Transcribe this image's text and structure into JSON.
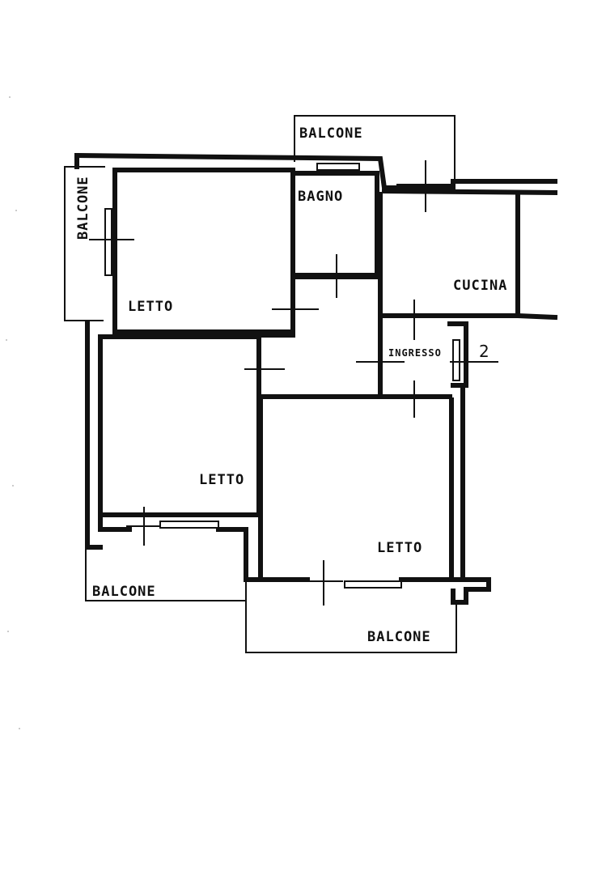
{
  "rooms": {
    "balcone_top": "BALCONE",
    "balcone_left": "BALCONE",
    "bagno": "BAGNO",
    "cucina": "CUCINA",
    "letto_1": "LETTO",
    "letto_2": "LETTO",
    "letto_3": "LETTO",
    "ingresso": "INGRESSO",
    "balcone_bottom_left": "BALCONE",
    "balcone_bottom_right": "BALCONE"
  },
  "marker": "2",
  "colors": {
    "ink": "#111111",
    "paper": "#ffffff"
  }
}
